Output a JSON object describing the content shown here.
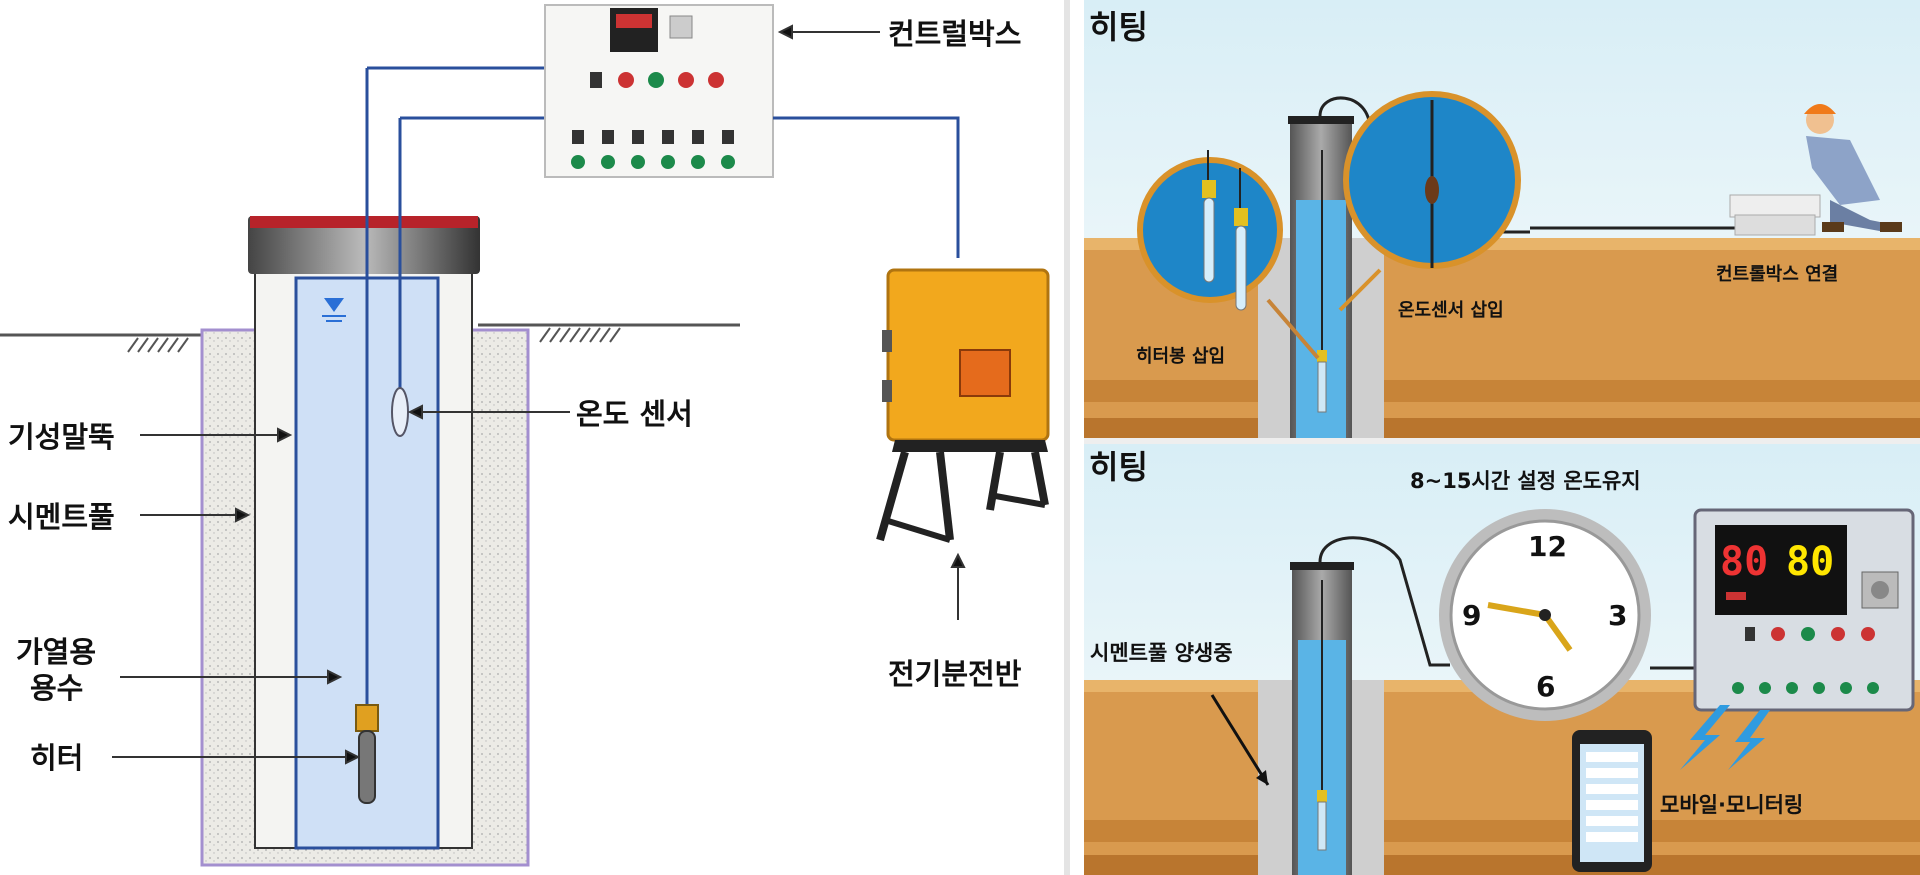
{
  "left_diagram": {
    "labels": {
      "control_box": "컨트럴박스",
      "temp_sensor": "온도 센서",
      "pile": "기성말뚝",
      "cement_pool": "시멘트풀",
      "water_line1": "가열용",
      "water_line2": "용수",
      "heater": "히터",
      "panel": "전기분전반"
    }
  },
  "right_top": {
    "title": "히팅",
    "label_heater_rod": "히터봉 삽입",
    "label_temp_sensor": "온도센서 삽입",
    "label_control_box": "컨트롤박스 연결"
  },
  "right_bottom": {
    "title": "히팅",
    "label_hold": "8~15시간 설정 온도유지",
    "label_curing": "시멘트풀 양생중",
    "label_mobile": "모바일·모니터링",
    "clock": {
      "n12": "12",
      "n3": "3",
      "n6": "6",
      "n9": "9"
    },
    "display_left": "80",
    "display_right": "80"
  },
  "colors": {
    "water": "#cfe0f6",
    "pipe": "#2a4f9c",
    "box_orange": "#f2a81d",
    "soil": "#d99a4e",
    "sky": "#cfeaf4"
  }
}
